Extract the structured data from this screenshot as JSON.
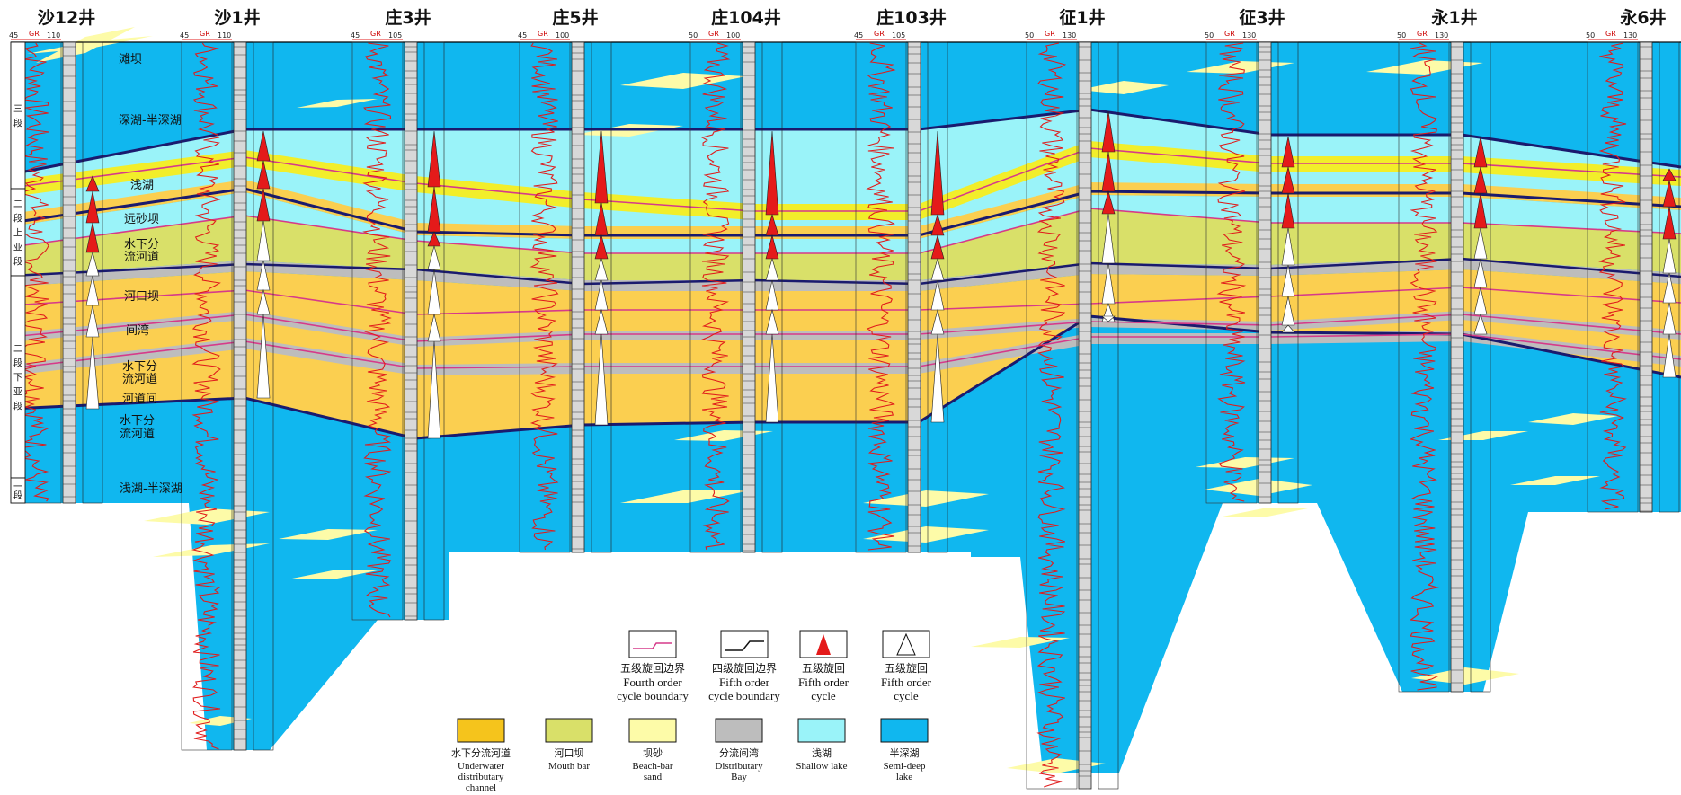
{
  "wells": [
    {
      "name": "沙12井",
      "gr_min": "45",
      "gr_label": "GR",
      "gr_max": "110"
    },
    {
      "name": "沙1井",
      "gr_min": "45",
      "gr_label": "GR",
      "gr_max": "110"
    },
    {
      "name": "庄3井",
      "gr_min": "45",
      "gr_label": "GR",
      "gr_max": "105"
    },
    {
      "name": "庄5井",
      "gr_min": "45",
      "gr_label": "GR",
      "gr_max": "100"
    },
    {
      "name": "庄104井",
      "gr_min": "50",
      "gr_label": "GR",
      "gr_max": "100"
    },
    {
      "name": "庄103井",
      "gr_min": "45",
      "gr_label": "GR",
      "gr_max": "105"
    },
    {
      "name": "征1井",
      "gr_min": "50",
      "gr_label": "GR",
      "gr_max": "130"
    },
    {
      "name": "征3井",
      "gr_min": "50",
      "gr_label": "GR",
      "gr_max": "130"
    },
    {
      "name": "永1井",
      "gr_min": "50",
      "gr_label": "GR",
      "gr_max": "130"
    },
    {
      "name": "永6井",
      "gr_min": "50",
      "gr_label": "GR",
      "gr_max": "130"
    }
  ],
  "strat_units": [
    {
      "id": "s3",
      "lines": [
        "三",
        "段"
      ]
    },
    {
      "id": "s2u",
      "lines": [
        "二",
        "段",
        "上",
        "亚",
        "段"
      ]
    },
    {
      "id": "s2l",
      "lines": [
        "二",
        "段",
        "下",
        "亚",
        "段"
      ]
    },
    {
      "id": "s1",
      "lines": [
        "一",
        "段"
      ]
    }
  ],
  "facies_labels": {
    "tanba": "滩坝",
    "deep1": "深湖-半深湖",
    "shallow": "浅湖",
    "yuansha": "远砂坝",
    "channel1": [
      "水下分",
      "流河道"
    ],
    "mouth": "河口坝",
    "jianwan": "间湾",
    "channel2": [
      "水下分",
      "流河道"
    ],
    "hedaojian": "河道间",
    "channel3": [
      "水下分",
      "流河道"
    ],
    "deep2": "浅湖-半深湖"
  },
  "legend": {
    "symbols": [
      {
        "cn": "五级旋回边界",
        "en": [
          "Fourth order",
          "cycle boundary"
        ],
        "kind": "pink-line"
      },
      {
        "cn": "四级旋回边界",
        "en": [
          "Fifth order",
          "cycle boundary"
        ],
        "kind": "black-line"
      },
      {
        "cn": "五级旋回",
        "en": [
          "Fifth order",
          "cycle"
        ],
        "kind": "red-triangle"
      },
      {
        "cn": "五级旋回",
        "en": [
          "Fifth order",
          "cycle"
        ],
        "kind": "white-triangle"
      }
    ],
    "facies": [
      {
        "cn": "水下分流河道",
        "en": [
          "Underwater",
          "distributary",
          "channel"
        ],
        "color": "#f5c41c"
      },
      {
        "cn": "河口坝",
        "en": [
          "Mouth bar"
        ],
        "color": "#d9e069"
      },
      {
        "cn": "坝砂",
        "en": [
          "Beach-bar",
          "sand"
        ],
        "color": "#fdfba8"
      },
      {
        "cn": "分流间湾",
        "en": [
          "Distributary",
          "Bay"
        ],
        "color": "#bdbdbd"
      },
      {
        "cn": "浅湖",
        "en": [
          "Shallow lake"
        ],
        "color": "#9af3f9"
      },
      {
        "cn": "半深湖",
        "en": [
          "Semi-deep",
          "lake"
        ],
        "color": "#10b7ef"
      }
    ]
  },
  "colors": {
    "deep_lake": "#10b7ef",
    "shallow_lake": "#9af3f9",
    "channel": "#fbcf50",
    "mouth_bar": "#d9e069",
    "beach_bar": "#fdfba8",
    "bay": "#bdbdbd",
    "boundary_4": "#1a1a6e",
    "boundary_5": "#d63a8a",
    "gr_curve": "#e01b1b",
    "cycle_red": "#e41a1a"
  }
}
